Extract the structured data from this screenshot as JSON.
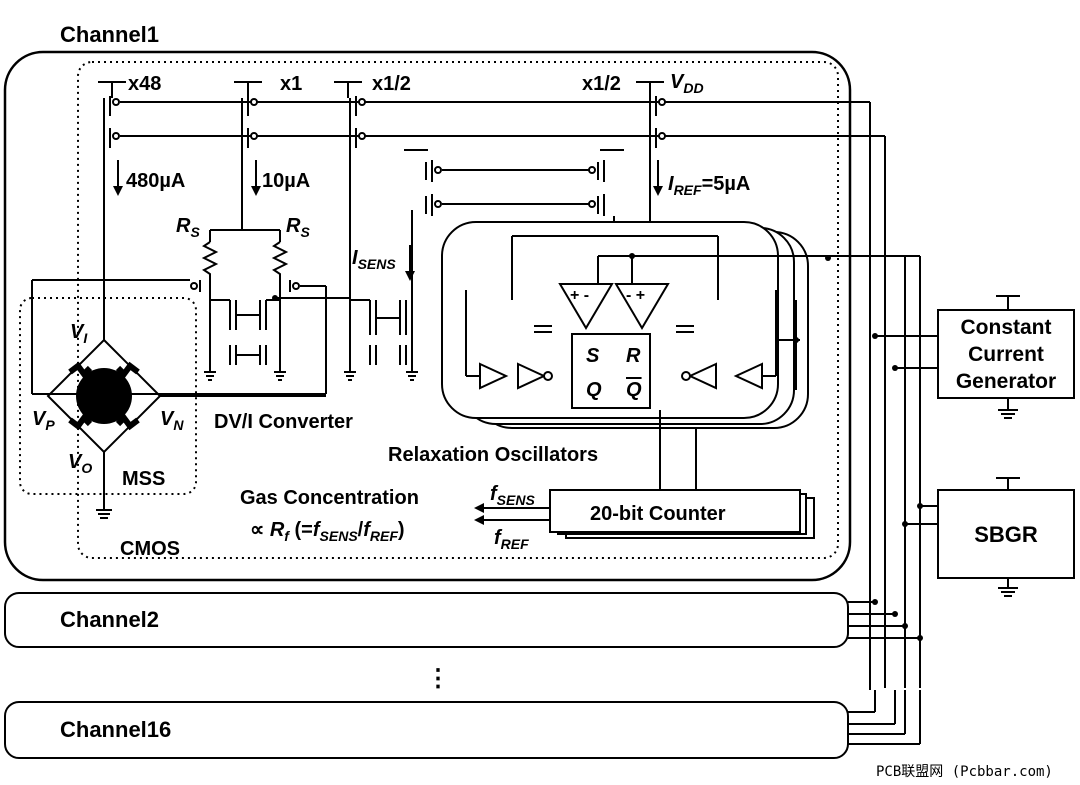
{
  "channels": {
    "channel1": "Channel1",
    "channel2": "Channel2",
    "channel16": "Channel16",
    "ellipsis": "⋮"
  },
  "currents": {
    "mult_x48": "x48",
    "mult_x1": "x1",
    "mult_half_a": "x1/2",
    "mult_half_b": "x1/2",
    "i_480": "480µA",
    "i_10": "10µA",
    "iref_sym": "I",
    "iref_sub": "REF",
    "iref_val": "=5µA",
    "isens_sym": "I",
    "isens_sub": "SENS",
    "vdd_sym": "V",
    "vdd_sub": "DD"
  },
  "converter": {
    "rs_sym": "R",
    "rs_sub": "S",
    "title": "DV/I Converter"
  },
  "mss": {
    "vi_sym": "V",
    "vi_sub": "I",
    "vp_sym": "V",
    "vp_sub": "P",
    "vn_sym": "V",
    "vn_sub": "N",
    "vo_sym": "V",
    "vo_sub": "O",
    "label": "MSS",
    "cmos_label": "CMOS"
  },
  "oscillator": {
    "title": "Relaxation Oscillators",
    "s": "S",
    "r": "R",
    "q": "Q",
    "qbar": "Q",
    "comp_left": "+ -",
    "comp_right": "- +"
  },
  "counter": {
    "label": "20-bit Counter",
    "fsens_sym": "f",
    "fsens_sub": "SENS",
    "fref_sym": "f",
    "fref_sub": "REF"
  },
  "output": {
    "line1": "Gas Concentration",
    "prop": "∝ ",
    "rf_sym": "R",
    "rf_sub": "f",
    "paren_open": " (=",
    "fs_sym": "f",
    "fs_sub": "SENS",
    "slash": "/",
    "fr_sym": "f",
    "fr_sub": "REF",
    "paren_close": ")"
  },
  "blocks": {
    "ccg_line1": "Constant",
    "ccg_line2": "Current",
    "ccg_line3": "Generator",
    "sbgr": "SBGR"
  },
  "watermark": "PCB联盟网 (Pcbbar.com)"
}
